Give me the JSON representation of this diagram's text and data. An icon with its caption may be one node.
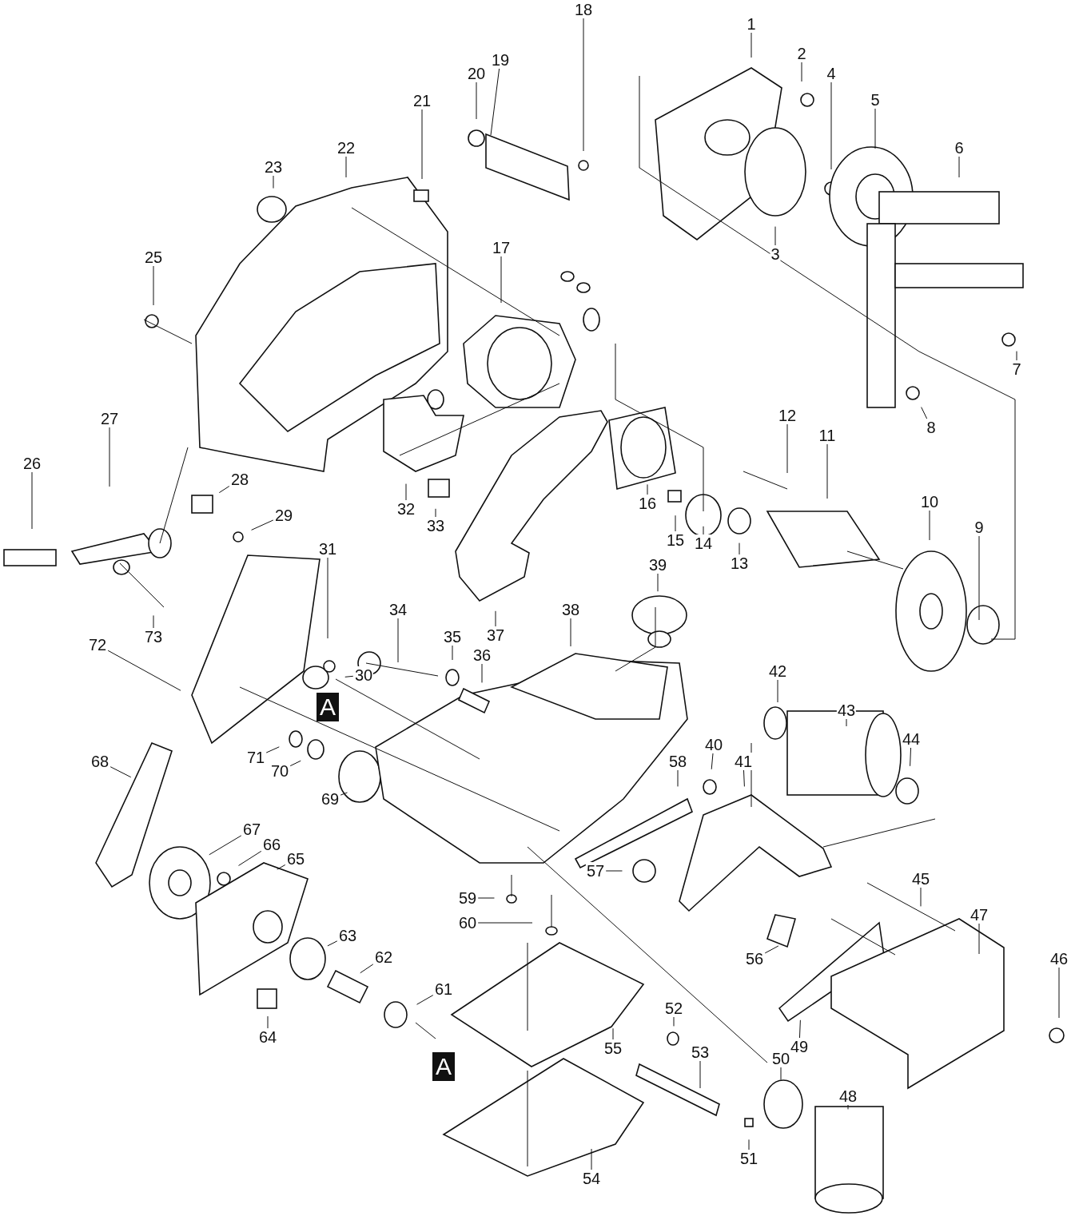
{
  "diagram": {
    "nodes": [
      {
        "text": [
          "1"
        ]
      },
      {
        "text": [
          "2"
        ]
      },
      {
        "text": [
          "3"
        ]
      },
      {
        "text": [
          "4"
        ]
      },
      {
        "text": [
          "5"
        ]
      },
      {
        "text": [
          "6"
        ]
      },
      {
        "text": [
          "7"
        ]
      },
      {
        "text": [
          "8"
        ]
      },
      {
        "text": [
          "9"
        ]
      },
      {
        "text": [
          "10"
        ]
      },
      {
        "text": [
          "11"
        ]
      },
      {
        "text": [
          "12"
        ]
      },
      {
        "text": [
          "13"
        ]
      },
      {
        "text": [
          "14"
        ]
      },
      {
        "text": [
          "15"
        ]
      },
      {
        "text": [
          "16"
        ]
      },
      {
        "text": [
          "17"
        ]
      },
      {
        "text": [
          "18"
        ]
      },
      {
        "text": [
          "19"
        ]
      },
      {
        "text": [
          "20"
        ]
      },
      {
        "text": [
          "21"
        ]
      },
      {
        "text": [
          "22"
        ]
      },
      {
        "text": [
          "23"
        ]
      },
      {
        "text": [
          "25"
        ]
      },
      {
        "text": [
          "26"
        ]
      },
      {
        "text": [
          "27"
        ]
      },
      {
        "text": [
          "28"
        ]
      },
      {
        "text": [
          "29"
        ]
      },
      {
        "text": [
          "30"
        ]
      },
      {
        "text": [
          "31"
        ]
      },
      {
        "text": [
          "32"
        ]
      },
      {
        "text": [
          "33"
        ]
      },
      {
        "text": [
          "34"
        ]
      },
      {
        "text": [
          "35"
        ]
      },
      {
        "text": [
          "36"
        ]
      },
      {
        "text": [
          "37"
        ]
      },
      {
        "text": [
          "38"
        ]
      },
      {
        "text": [
          "39"
        ]
      },
      {
        "text": [
          "40"
        ]
      },
      {
        "text": [
          "41"
        ]
      },
      {
        "text": [
          "42"
        ]
      },
      {
        "text": [
          "43"
        ]
      },
      {
        "text": [
          "44"
        ]
      },
      {
        "text": [
          "45"
        ]
      },
      {
        "text": [
          "46"
        ]
      },
      {
        "text": [
          "47"
        ]
      },
      {
        "text": [
          "48"
        ]
      },
      {
        "text": [
          "49"
        ]
      },
      {
        "text": [
          "50"
        ]
      },
      {
        "text": [
          "51"
        ]
      },
      {
        "text": [
          "52"
        ]
      },
      {
        "text": [
          "53"
        ]
      },
      {
        "text": [
          "54"
        ]
      },
      {
        "text": [
          "55"
        ]
      },
      {
        "text": [
          "56"
        ]
      },
      {
        "text": [
          "57"
        ]
      },
      {
        "text": [
          "58"
        ]
      },
      {
        "text": [
          "59"
        ]
      },
      {
        "text": [
          "60"
        ]
      },
      {
        "text": [
          "61"
        ]
      },
      {
        "text": [
          "62"
        ]
      },
      {
        "text": [
          "63"
        ]
      },
      {
        "text": [
          "64"
        ]
      },
      {
        "text": [
          "65"
        ]
      },
      {
        "text": [
          "66"
        ]
      },
      {
        "text": [
          "67"
        ]
      },
      {
        "text": [
          "68"
        ]
      },
      {
        "text": [
          "69"
        ]
      },
      {
        "text": [
          "70"
        ]
      },
      {
        "text": [
          "71"
        ]
      },
      {
        "text": [
          "72"
        ]
      },
      {
        "text": [
          "73"
        ]
      },
      {
        "text": [
          "A"
        ]
      },
      {
        "text": [
          "A"
        ]
      }
    ],
    "edges": [
      {
        "from": 0,
        "to": null,
        "arrow": "none"
      },
      {
        "from": 1,
        "to": null,
        "arrow": "none"
      },
      {
        "from": 2,
        "to": null,
        "arrow": "none"
      },
      {
        "from": 3,
        "to": null,
        "arrow": "none"
      },
      {
        "from": 4,
        "to": null,
        "arrow": "none"
      },
      {
        "from": 5,
        "to": null,
        "arrow": "none"
      },
      {
        "from": 6,
        "to": null,
        "arrow": "none"
      },
      {
        "from": 7,
        "to": null,
        "arrow": "none"
      },
      {
        "from": 8,
        "to": null,
        "arrow": "none"
      },
      {
        "from": 9,
        "to": null,
        "arrow": "none"
      },
      {
        "from": 10,
        "to": null,
        "arrow": "none"
      },
      {
        "from": 11,
        "to": null,
        "arrow": "none"
      },
      {
        "from": 12,
        "to": null,
        "arrow": "none"
      },
      {
        "from": 13,
        "to": null,
        "arrow": "none"
      },
      {
        "from": 14,
        "to": null,
        "arrow": "none"
      },
      {
        "from": 15,
        "to": null,
        "arrow": "none"
      },
      {
        "from": 16,
        "to": null,
        "arrow": "none"
      },
      {
        "from": 17,
        "to": null,
        "arrow": "none"
      },
      {
        "from": 18,
        "to": null,
        "arrow": "none"
      },
      {
        "from": 19,
        "to": null,
        "arrow": "none"
      },
      {
        "from": 20,
        "to": null,
        "arrow": "none"
      },
      {
        "from": 21,
        "to": null,
        "arrow": "none"
      },
      {
        "from": 22,
        "to": null,
        "arrow": "none"
      },
      {
        "from": 23,
        "to": null,
        "arrow": "none"
      },
      {
        "from": 24,
        "to": null,
        "arrow": "none"
      },
      {
        "from": 25,
        "to": null,
        "arrow": "none"
      },
      {
        "from": 26,
        "to": null,
        "arrow": "none"
      },
      {
        "from": 27,
        "to": null,
        "arrow": "none"
      },
      {
        "from": 28,
        "to": null,
        "arrow": "none"
      },
      {
        "from": 29,
        "to": null,
        "arrow": "none"
      },
      {
        "from": 30,
        "to": null,
        "arrow": "none"
      },
      {
        "from": 31,
        "to": null,
        "arrow": "none"
      },
      {
        "from": 32,
        "to": null,
        "arrow": "none"
      },
      {
        "from": 33,
        "to": null,
        "arrow": "none"
      },
      {
        "from": 34,
        "to": null,
        "arrow": "none"
      },
      {
        "from": 35,
        "to": null,
        "arrow": "none"
      },
      {
        "from": 36,
        "to": null,
        "arrow": "none"
      },
      {
        "from": 37,
        "to": null,
        "arrow": "none"
      },
      {
        "from": 38,
        "to": null,
        "arrow": "none"
      },
      {
        "from": 39,
        "to": null,
        "arrow": "none"
      },
      {
        "from": 40,
        "to": null,
        "arrow": "none"
      },
      {
        "from": 41,
        "to": null,
        "arrow": "none"
      },
      {
        "from": 42,
        "to": null,
        "arrow": "none"
      },
      {
        "from": 43,
        "to": null,
        "arrow": "none"
      },
      {
        "from": 44,
        "to": null,
        "arrow": "none"
      },
      {
        "from": 45,
        "to": null,
        "arrow": "none"
      },
      {
        "from": 46,
        "to": null,
        "arrow": "none"
      },
      {
        "from": 47,
        "to": null,
        "arrow": "none"
      },
      {
        "from": 48,
        "to": null,
        "arrow": "none"
      },
      {
        "from": 49,
        "to": null,
        "arrow": "none"
      },
      {
        "from": 50,
        "to": null,
        "arrow": "none"
      },
      {
        "from": 51,
        "to": null,
        "arrow": "none"
      },
      {
        "from": 52,
        "to": null,
        "arrow": "none"
      },
      {
        "from": 53,
        "to": null,
        "arrow": "none"
      },
      {
        "from": 54,
        "to": null,
        "arrow": "none"
      },
      {
        "from": 55,
        "to": null,
        "arrow": "none"
      },
      {
        "from": 56,
        "to": null,
        "arrow": "none"
      },
      {
        "from": 57,
        "to": null,
        "arrow": "none"
      },
      {
        "from": 58,
        "to": null,
        "arrow": "none"
      },
      {
        "from": 59,
        "to": null,
        "arrow": "none"
      },
      {
        "from": 60,
        "to": null,
        "arrow": "none"
      },
      {
        "from": 61,
        "to": null,
        "arrow": "none"
      },
      {
        "from": 62,
        "to": null,
        "arrow": "none"
      },
      {
        "from": 63,
        "to": null,
        "arrow": "none"
      },
      {
        "from": 64,
        "to": null,
        "arrow": "none"
      },
      {
        "from": 65,
        "to": null,
        "arrow": "none"
      },
      {
        "from": 66,
        "to": null,
        "arrow": "none"
      },
      {
        "from": 67,
        "to": null,
        "arrow": "none"
      },
      {
        "from": 68,
        "to": null,
        "arrow": "none"
      },
      {
        "from": 69,
        "to": null,
        "arrow": "none"
      },
      {
        "from": 70,
        "to": null,
        "arrow": "none"
      },
      {
        "from": 71,
        "to": null,
        "arrow": "none"
      }
    ]
  }
}
